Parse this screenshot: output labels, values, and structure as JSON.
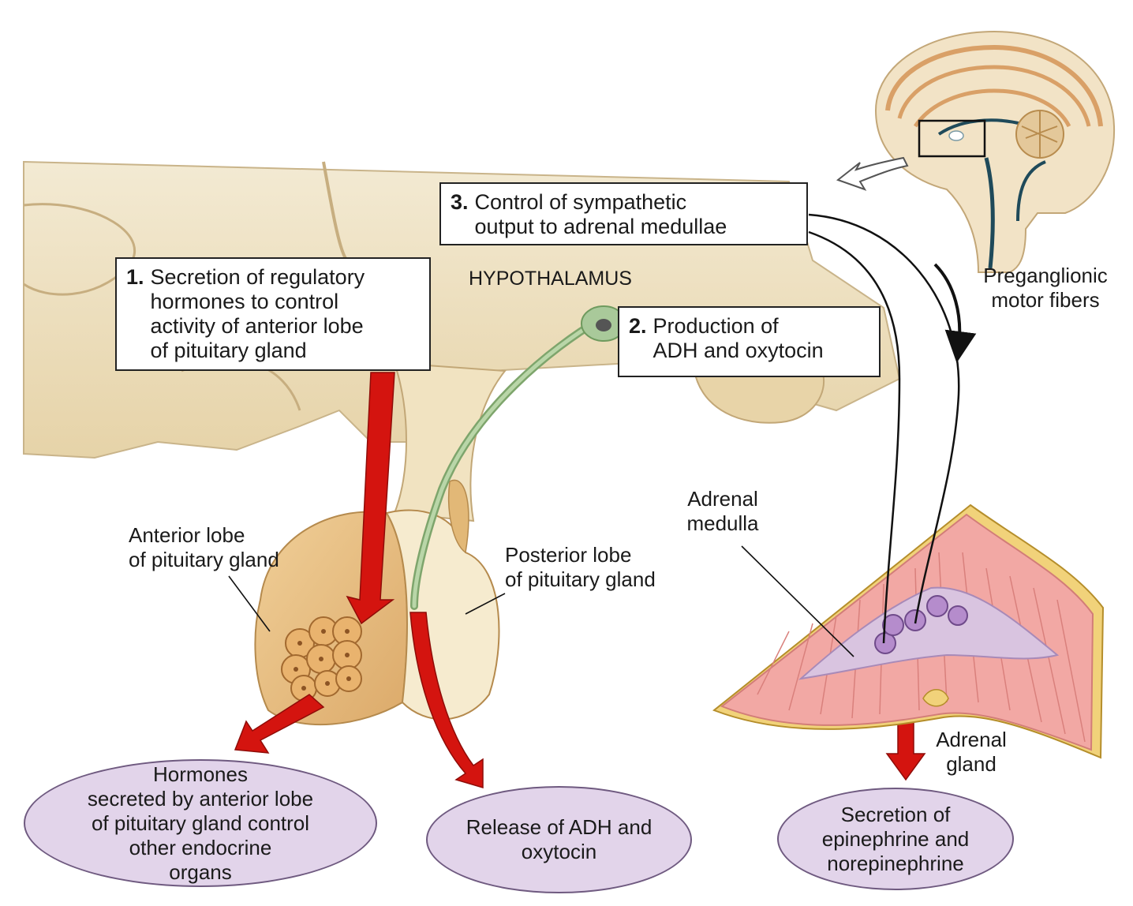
{
  "boxes": {
    "box1": {
      "number": "1.",
      "text": "Secretion of regulatory\nhormones to control\nactivity of anterior lobe\nof pituitary gland"
    },
    "box2": {
      "number": "2.",
      "text": "Production of\nADH and oxytocin"
    },
    "box3": {
      "number": "3.",
      "text": "Control of sympathetic\noutput to adrenal medullae"
    }
  },
  "labels": {
    "hypothalamus": "HYPOTHALAMUS",
    "preganglionic": "Preganglionic\nmotor fibers",
    "anterior_lobe": "Anterior lobe\nof pituitary gland",
    "posterior_lobe": "Posterior lobe\nof pituitary gland",
    "adrenal_medulla": "Adrenal\nmedulla",
    "adrenal_gland": "Adrenal\ngland"
  },
  "outcomes": {
    "anterior": "Hormones\nsecreted by anterior lobe\nof pituitary gland control\nother endocrine\norgans",
    "posterior": "Release of ADH and\noxytocin",
    "adrenal": "Secretion of\nepinephrine and\nnorepinephrine"
  },
  "colors": {
    "tissue": "#efe3c6",
    "pituitary": "#e9c58a",
    "arrow_red": "#d4140f",
    "neuron_green": "#a9c99a",
    "adrenal_cortex": "#f2a8a4",
    "medulla": "#d9c4e0",
    "outcome_fill": "#e2d4ea"
  }
}
